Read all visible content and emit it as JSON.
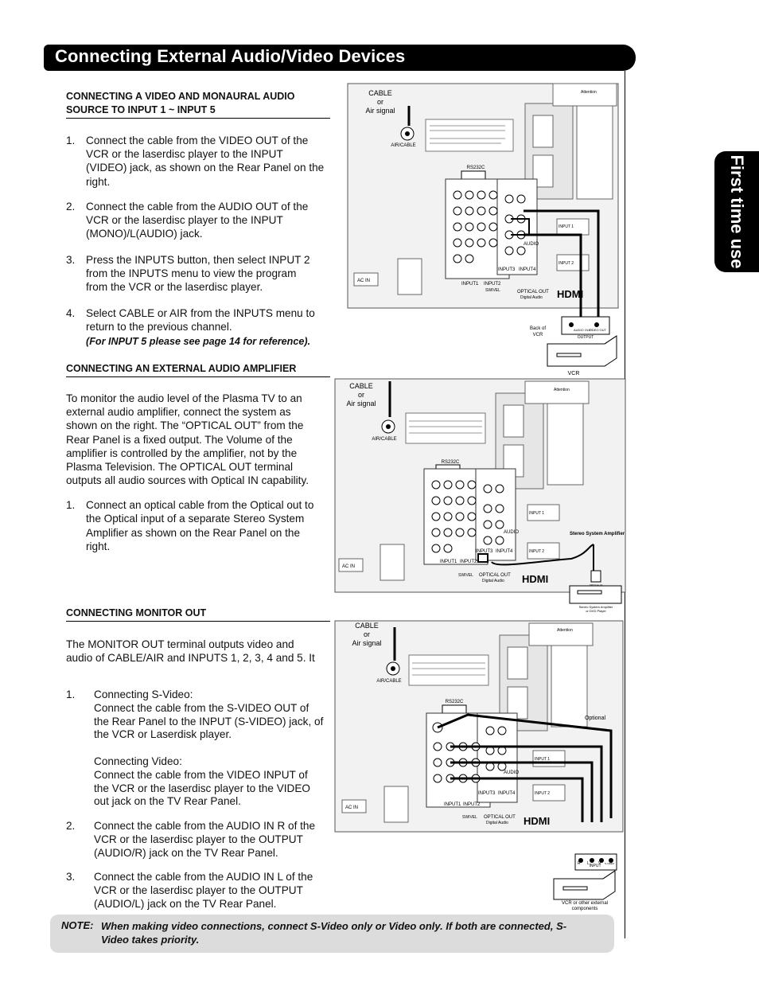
{
  "header": {
    "title": "Connecting External Audio/Video Devices"
  },
  "side_tab": {
    "label": "First time use"
  },
  "section1": {
    "heading_line1": "CONNECTING A VIDEO AND MONAURAL AUDIO",
    "heading_line2": "SOURCE TO INPUT 1 ~ INPUT 5",
    "steps": [
      {
        "num": "1.",
        "lines": [
          "Connect the cable from the VIDEO OUT of the",
          "VCR or the laserdisc player to the INPUT",
          "(VIDEO) jack, as shown on the Rear Panel on the",
          "right."
        ]
      },
      {
        "num": "2.",
        "lines": [
          "Connect the cable from the AUDIO OUT of the",
          "VCR or the laserdisc player to the INPUT",
          "(MONO)/L(AUDIO) jack."
        ]
      },
      {
        "num": "3.",
        "lines": [
          "Press the INPUTS button, then select INPUT 2",
          "from the INPUTS menu to view the program",
          "from the VCR or the laserdisc player."
        ]
      },
      {
        "num": "4.",
        "lines": [
          "Select CABLE or AIR from the INPUTS menu to",
          "return to the previous channel."
        ]
      }
    ],
    "ref_note": "(For INPUT 5 please see page 14 for reference)."
  },
  "section2": {
    "heading": "CONNECTING AN EXTERNAL AUDIO AMPLIFIER",
    "intro_lines": [
      "To monitor the audio level of the Plasma TV to an",
      "external audio amplifier, connect the system as",
      "shown on the right.  The “OPTICAL OUT” from the",
      "Rear Panel is a fixed output.  The Volume of the",
      "amplifier is controlled by the amplifier, not by the",
      "Plasma Television.  The OPTICAL OUT terminal",
      "outputs all audio sources with Optical IN capability."
    ],
    "steps": [
      {
        "num": "1.",
        "lines": [
          "Connect an optical cable from the Optical out to",
          "the Optical input of a separate Stereo System",
          "Amplifier as shown on the Rear Panel on the",
          "right."
        ]
      }
    ]
  },
  "section3": {
    "heading": "CONNECTING MONITOR OUT",
    "intro_lines": [
      "The MONITOR OUT terminal outputs video and",
      "audio of CABLE/AIR and INPUTS 1, 2, 3, 4 and 5.  It"
    ],
    "steps": [
      {
        "num": "1.",
        "lines": [
          "Connecting S-Video:",
          "Connect the cable from the S-VIDEO OUT of",
          "the Rear Panel to the INPUT (S-VIDEO) jack, of",
          "the VCR or Laserdisk player.",
          "",
          "Connecting Video:",
          "Connect the cable from the VIDEO INPUT of",
          "the VCR or the laserdisc player to the VIDEO",
          "out jack on the TV Rear Panel."
        ]
      },
      {
        "num": "2.",
        "lines": [
          "Connect the cable from the AUDIO IN R of the",
          "VCR or the laserdisc player to the OUTPUT",
          "(AUDIO/R) jack on the TV Rear Panel."
        ]
      },
      {
        "num": "3.",
        "lines": [
          "Connect the cable from the AUDIO IN L of the",
          "VCR or the laserdisc player to the OUTPUT",
          "(AUDIO/L) jack on the TV Rear Panel."
        ]
      }
    ]
  },
  "note": {
    "label": "NOTE:",
    "text_line1": "When making video connections, connect S-Video only or Video only.  If both are connected, S-",
    "text_line2": "Video takes priority."
  },
  "diagram_labels": {
    "cable_line1": "CABLE",
    "cable_line2": "or",
    "cable_line3": "Air signal",
    "air_cable": "AIR/CABLE",
    "rs232c": "RS232C",
    "ac_in": "AC  IN",
    "optical_out": "OPTICAL  OUT",
    "digital_audio": "Digital  Audio",
    "hdmi": "HDMI",
    "hdmi_input1": "INPUT 1",
    "hdmi_input2": "INPUT 2",
    "input3": "INPUT3",
    "input4": "INPUT4",
    "input1": "INPUT1",
    "input2": "INPUT2",
    "audio": "AUDIO",
    "swivel": "SWIVEL",
    "attention": "Attention",
    "back_of_vcr_line1": "Back of",
    "back_of_vcr_line2": "VCR",
    "audio_out": "AUDIO OUT",
    "video_out": "VIDEO OUT",
    "output": "OUTPUT",
    "vcr": "VCR",
    "stereo_amp": "Stereo System Amplifier",
    "stereo_amp_small_line1": "Stereo System Amplifier",
    "stereo_amp_small_line2": "or DVD Player",
    "optical_in": "OPTICAL IN",
    "optional": "Optional",
    "r": "R",
    "l": "L",
    "v": "V",
    "svideo": "S-VIDEO",
    "input_label": "INPUT",
    "vcr_other_line1": "VCR or other external",
    "vcr_other_line2": "components"
  }
}
